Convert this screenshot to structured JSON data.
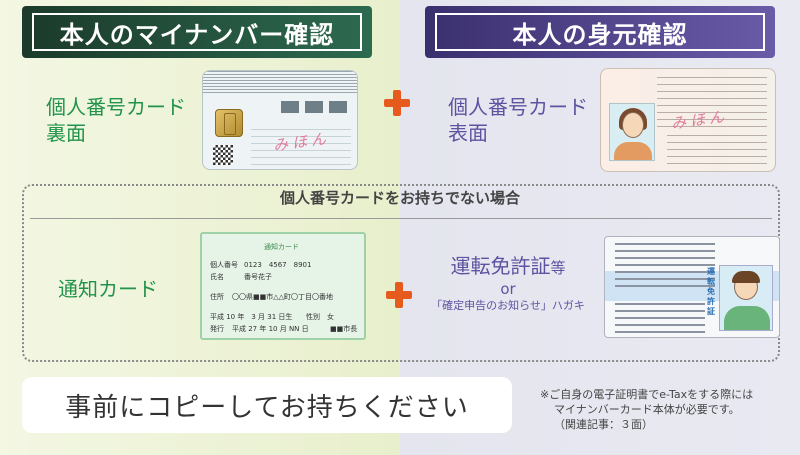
{
  "header": {
    "left_title": "本人のマイナンバー確認",
    "right_title": "本人の身元確認"
  },
  "top_left": {
    "label_line1": "個人番号カード",
    "label_line2": "裏面",
    "card_stamp": "みほん"
  },
  "top_right": {
    "label_line1": "個人番号カード",
    "label_line2": "表面",
    "card_stamp": "みほん"
  },
  "section": {
    "title": "個人番号カードをお持ちでない場合"
  },
  "bottom_left": {
    "label": "通知カード",
    "notice_card": {
      "title": "通知カード",
      "number_label": "個人番号",
      "number_value": "0123　4567　8901",
      "name_label": "氏名",
      "name_value": "番号花子",
      "address_label": "住所",
      "address_value": "〇〇県■■市△△町〇丁目〇番地",
      "birth_value": "平成 10 年　3 月 31 日生",
      "sex_value": "性別　女",
      "issue_label": "発行",
      "issue_value": "平成 27 年 10 月 NN 日",
      "issuer_value": "■■市長"
    }
  },
  "bottom_right": {
    "label_main": "運転免許証",
    "label_suffix": "等",
    "or_text": "or",
    "alt_text": "「確定申告のお知らせ」ハガキ",
    "license_vertical": "運転免許証"
  },
  "footer": {
    "message": "事前にコピーしてお持ちください",
    "note_line1": "※ご自身の電子証明書でe-Taxをする際には",
    "note_line2": "マイナンバーカード本体が必要です。",
    "note_line3": "（関連記事：３面）"
  },
  "colors": {
    "green": "#21934a",
    "purple": "#5e53a0",
    "plus": "#e65a1e"
  }
}
